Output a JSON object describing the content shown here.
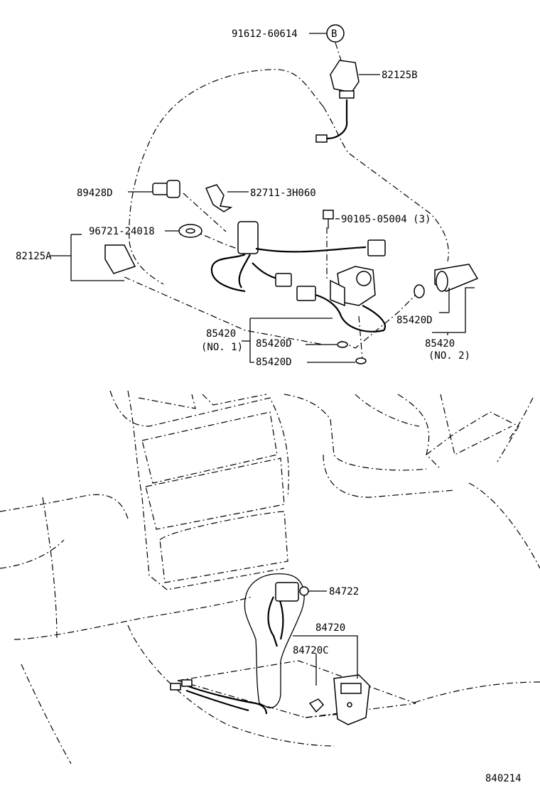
{
  "labels": {
    "p91612": "91612-60614",
    "callout_b": "B",
    "p82125b": "82125B",
    "p89428d": "89428D",
    "p82711": "82711-3H060",
    "p96721": "96721-24018",
    "p90105": "90105-05004 (3)",
    "p82125a": "82125A",
    "p85420_no1": "85420",
    "no1": "(NO. 1)",
    "p85420d_a": "85420D",
    "p85420d_b": "85420D",
    "p85420d_c": "85420D",
    "p85420_no2": "85420",
    "no2": "(NO. 2)",
    "p84722": "84722",
    "p84720": "84720",
    "p84720c": "84720C",
    "figure_no": "840214"
  }
}
